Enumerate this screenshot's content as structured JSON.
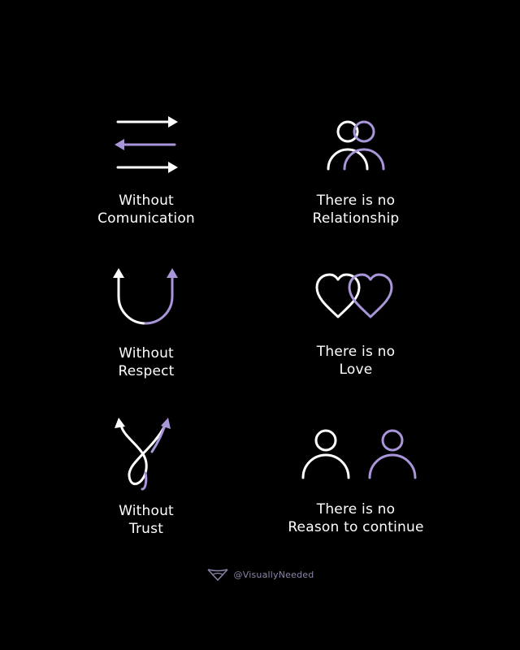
{
  "colors": {
    "background": "#000000",
    "primary": "#ffffff",
    "accent": "#a996d9",
    "footer": "#8a85a8"
  },
  "items": [
    {
      "icon": "arrows-exchange-icon",
      "line1": "Without",
      "line2": "Comunication"
    },
    {
      "icon": "two-people-overlap-icon",
      "line1": "There is no",
      "line2": "Relationship"
    },
    {
      "icon": "u-turn-arrows-icon",
      "line1": "Without",
      "line2": "Respect"
    },
    {
      "icon": "two-hearts-icon",
      "line1": "There is no",
      "line2": "Love"
    },
    {
      "icon": "twisted-arrows-icon",
      "line1": "Without",
      "line2": "Trust"
    },
    {
      "icon": "two-people-apart-icon",
      "line1": "There is no",
      "line2": "Reason to continue"
    }
  ],
  "footer": {
    "logo_icon": "visually-needed-logo-icon",
    "handle": "@VisuallyNeeded"
  }
}
